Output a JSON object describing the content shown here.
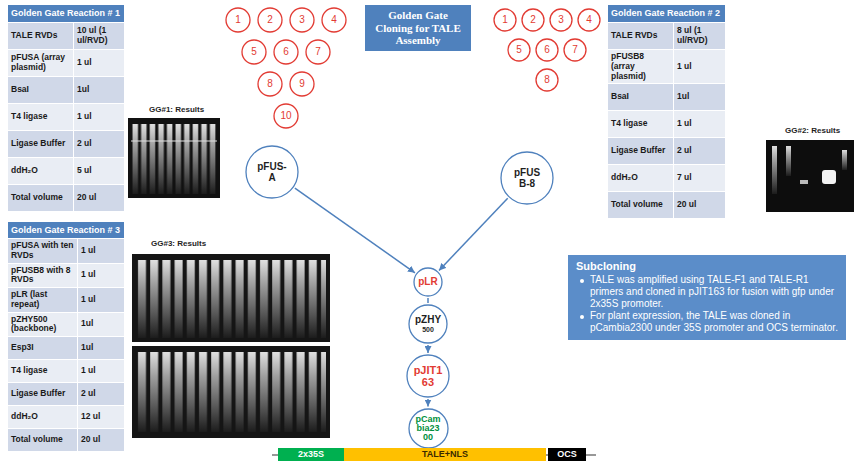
{
  "diagram": {
    "nodes": [
      {
        "text": [
          "Golden Gate Reaction # 1",
          "TALE RVDs",
          "10 ul (1 ul/RVD)",
          "pFUSA (array plasmid)",
          "1 ul",
          "BsaI",
          "1ul",
          "T4 ligase",
          "1 ul",
          "Ligase Buffer",
          "2 ul",
          "ddH₂O",
          "5 ul",
          "Total volume",
          "20 ul"
        ]
      },
      {
        "text": [
          "1"
        ]
      },
      {
        "text": [
          "2"
        ]
      },
      {
        "text": [
          "3"
        ]
      },
      {
        "text": [
          "4"
        ]
      },
      {
        "text": [
          "5"
        ]
      },
      {
        "text": [
          "6"
        ]
      },
      {
        "text": [
          "7"
        ]
      },
      {
        "text": [
          "8"
        ]
      },
      {
        "text": [
          "9"
        ]
      },
      {
        "text": [
          "10"
        ]
      },
      {
        "text": [
          "Golden Gate Cloning for TALE Assembly"
        ]
      },
      {
        "text": [
          "1"
        ]
      },
      {
        "text": [
          "2"
        ]
      },
      {
        "text": [
          "3"
        ]
      },
      {
        "text": [
          "4"
        ]
      },
      {
        "text": [
          "5"
        ]
      },
      {
        "text": [
          "6"
        ]
      },
      {
        "text": [
          "7"
        ]
      },
      {
        "text": [
          "8"
        ]
      },
      {
        "text": [
          "Golden Gate Reaction # 2",
          "TALE RVDs",
          "8 ul (1 ul/RVD)",
          "pFUSB8 (array plasmid)",
          "1 ul",
          "BsaI",
          "1ul",
          "T4 ligase",
          "1 ul",
          "Ligase Buffer",
          "2 ul",
          "ddH₂O",
          "7 ul",
          "Total volume",
          "20 ul"
        ]
      },
      {
        "text": [
          "pFUS-A"
        ]
      },
      {
        "text": [
          "pFUS B-8"
        ]
      },
      {
        "text": [
          "Golden Gate Reaction # 3",
          "pFUSA with ten RVDs",
          "1 ul",
          "pFUSB8 with 8 RVDs",
          "1 ul",
          "pLR (last repeat)",
          "1 ul",
          "pZHY500 (backbone)",
          "1ul",
          "Esp3I",
          "1ul",
          "T4 ligase",
          "1 ul",
          "Ligase Buffer",
          "2 ul",
          "ddH₂O",
          "12 ul",
          "Total volume",
          "20 ul"
        ]
      },
      {
        "text": [
          "Subcloning",
          "TALE was amplified using TALE-F1 and TALE-R1 primers and cloned in pJIT163 for fusion with gfp under 2x35S promoter.",
          "For plant expression, the TALE was cloned in pCambia2300 under 35S promoter and OCS terminator."
        ]
      },
      {
        "text": [
          "pLR"
        ]
      },
      {
        "text": [
          "pZHY",
          "500"
        ]
      },
      {
        "text": [
          "pJIT1 63"
        ]
      },
      {
        "text": [
          "pCam bia23 00"
        ]
      },
      {
        "text": [
          "2x35S"
        ]
      },
      {
        "text": [
          "TALE+NLS"
        ]
      },
      {
        "text": [
          "OCS"
        ]
      }
    ],
    "edges": [
      {
        "from": 21,
        "to": 25,
        "arrow": "to"
      },
      {
        "from": 22,
        "to": 25,
        "arrow": "to"
      },
      {
        "from": 25,
        "to": 26,
        "arrow": "none"
      },
      {
        "from": 26,
        "to": 27,
        "arrow": "to"
      },
      {
        "from": 27,
        "to": 28,
        "arrow": "to"
      }
    ],
    "labels": [
      "GG#1: Results",
      "GG#2: Results",
      "GG#3: Results"
    ]
  }
}
